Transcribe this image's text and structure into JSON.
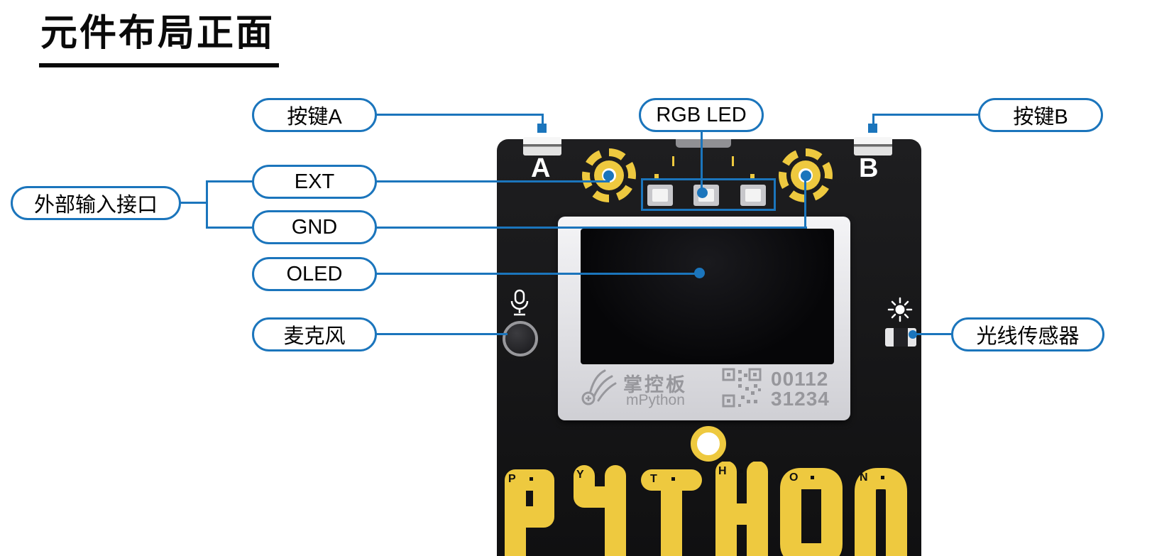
{
  "page": {
    "title": "元件布局正面"
  },
  "labels": {
    "button_a": "按键A",
    "rgb_led": "RGB LED",
    "button_b": "按键B",
    "external_input": "外部输入接口",
    "ext": "EXT",
    "gnd": "GND",
    "oled": "OLED",
    "microphone": "麦克风",
    "light_sensor": "光线传感器"
  },
  "board": {
    "corner_letter_a": "A",
    "corner_letter_b": "B",
    "logo_cn": "掌控板",
    "logo_en": "mPython",
    "serial_line1": "00112",
    "serial_line2": "31234",
    "touch_pads": [
      "P",
      "Y",
      "T",
      "H",
      "O",
      "N"
    ]
  },
  "colors": {
    "annotation_blue": "#1b75bc",
    "pad_gold": "#eec93f",
    "board_black": "#141416",
    "bezel_silver": "#e9e9ec",
    "screen_black": "#0a0a0c",
    "silkscreen_gray": "#97979c"
  }
}
